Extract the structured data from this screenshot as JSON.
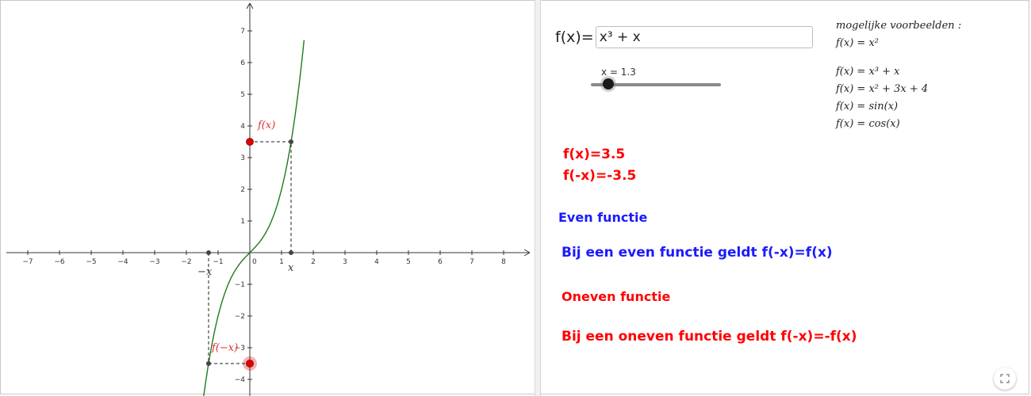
{
  "graph": {
    "x_ticks": [
      -7,
      -6,
      -5,
      -4,
      -3,
      -2,
      -1,
      1,
      2,
      3,
      4,
      5,
      6,
      7,
      8
    ],
    "y_ticks": [
      -4,
      -3,
      -2,
      -1,
      1,
      2,
      3,
      4,
      5,
      6,
      7
    ],
    "origin_label": "0",
    "x_value": 1.3,
    "fx_value": 3.5,
    "f_neg_x_value": -3.5,
    "label_fx": "f(x)",
    "label_f_neg_x": "f(−x)",
    "label_x": "x",
    "label_neg_x": "−x",
    "curve_color": "#1f7a1f",
    "point_color": "#e00000"
  },
  "input": {
    "label": "f(x)=",
    "value": "x³ + x"
  },
  "slider": {
    "label": "x  = 1.3",
    "value": 1.3
  },
  "examples": {
    "heading": "mogelijke voorbeelden :",
    "items": [
      "f(x) = x²",
      "f(x) = x³ + x",
      "f(x) = x² + 3x + 4",
      "f(x) = sin(x)",
      "f(x) = cos(x)"
    ]
  },
  "values": {
    "fx": "f(x)=3.5",
    "f_neg_x": "f(-x)=-3.5"
  },
  "even": {
    "title": "Even functie",
    "rule": "Bij een even functie geldt f(-x)=f(x)",
    "color": "#1a1aff"
  },
  "odd": {
    "title": "Oneven functie",
    "rule": "Bij een oneven functie geldt f(-x)=-f(x)",
    "color": "#ff0000"
  },
  "controls": {
    "fullscreen_icon": "fullscreen-icon"
  }
}
